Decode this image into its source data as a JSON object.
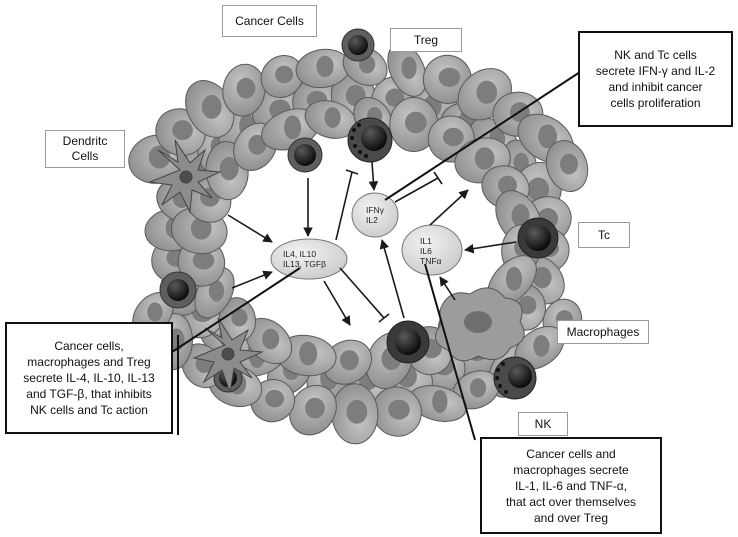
{
  "labels": {
    "cancer_cells": "Cancer Cells",
    "treg": "Treg",
    "dendritic": "Dendritc\nCells",
    "tc": "Tc",
    "macrophages": "Macrophages",
    "nk": "NK"
  },
  "cytokines": {
    "left": "IL4, IL10\nIL13, TGFβ",
    "center": "IFNγ\nIL2",
    "right": "IL1\nIL6\nTNFα"
  },
  "callouts": {
    "nk_tc": "NK and Tc cells\nsecrete IFN-γ and IL-2\nand inhibit cancer\ncells proliferation",
    "cancer_macro_treg": "Cancer cells,\nmacrophages and Treg\nsecrete IL-4, IL-10, IL-13\nand TGF-β, that inhibits\nNK cells and Tc action",
    "cancer_macro": "Cancer cells and\nmacrophages secrete\nIL-1,  IL-6 and TNF-α,\nthat act over themselves\nand over Treg"
  },
  "colors": {
    "cell_fill": "#a9a9a9",
    "cell_stroke": "#5a5a5a",
    "nucleus": "#7d7d7d",
    "immune_dark": "#1c1c1c",
    "bubble_fill": "#e2e2e2"
  }
}
